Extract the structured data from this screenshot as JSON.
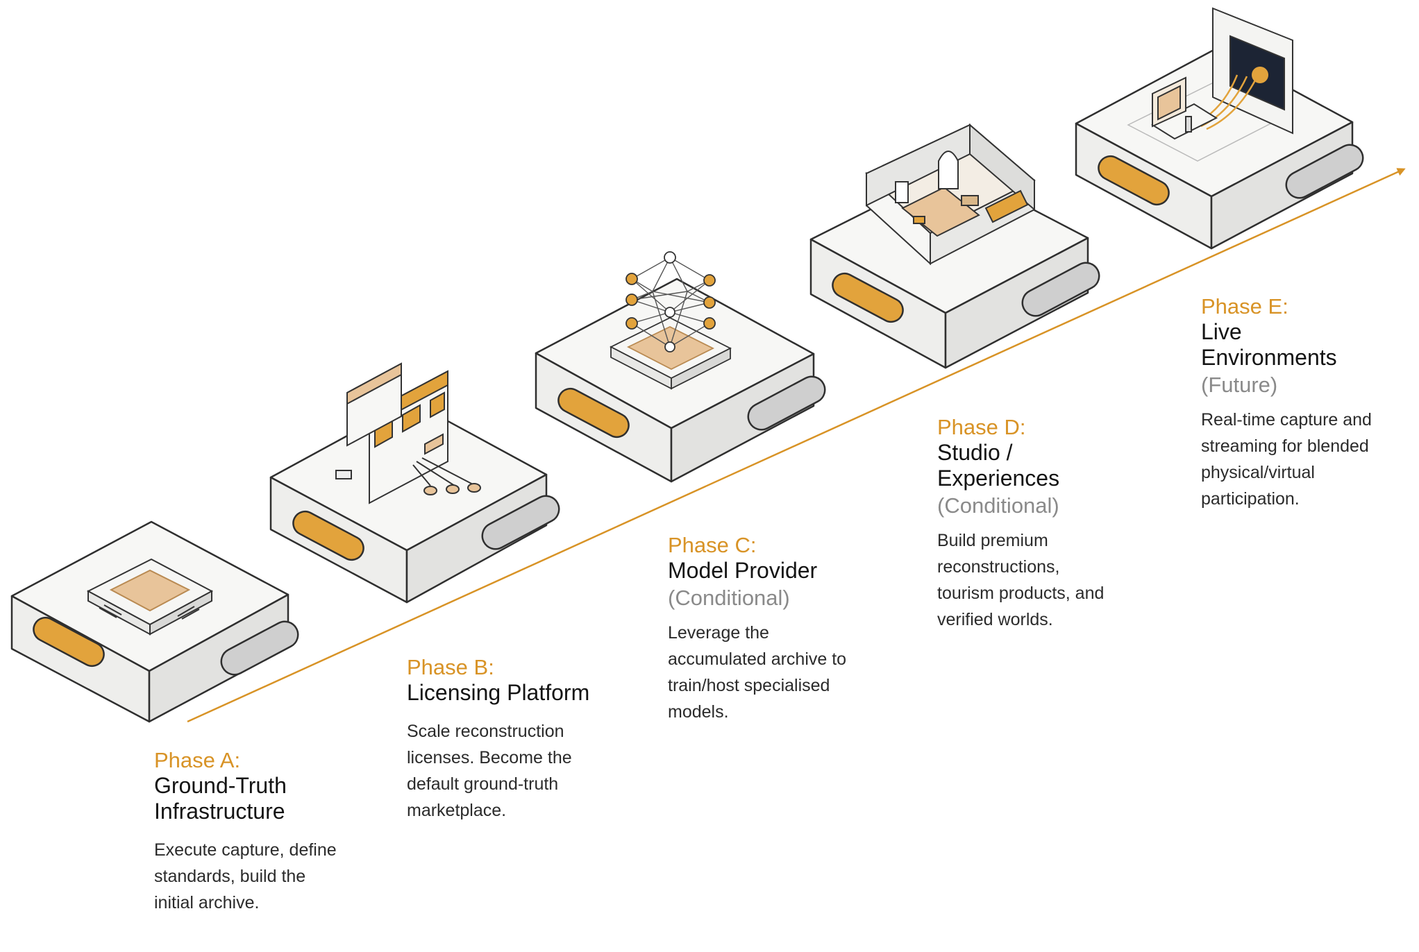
{
  "colors": {
    "accent": "#D89326",
    "title": "#141414",
    "status": "#8a8a8a",
    "body": "#2b2b2b",
    "block_face": "#f4f4f2",
    "line": "#3a3a3a"
  },
  "phases": [
    {
      "label": "Phase A:",
      "title_lines": [
        "Ground-Truth",
        "Infrastructure"
      ],
      "status": "",
      "desc_lines": [
        "Execute capture, define",
        "standards, build the",
        "initial archive."
      ],
      "icon": "chip-icon"
    },
    {
      "label": "Phase B:",
      "title_lines": [
        "Licensing Platform"
      ],
      "status": "",
      "desc_lines": [
        "Scale reconstruction",
        "licenses. Become the",
        "default ground-truth",
        "marketplace."
      ],
      "icon": "storefront-icon"
    },
    {
      "label": "Phase C:",
      "title_lines": [
        "Model Provider"
      ],
      "status": "(Conditional)",
      "desc_lines": [
        "Leverage the",
        "accumulated archive to",
        "train/host specialised",
        "models."
      ],
      "icon": "neural-network-icon"
    },
    {
      "label": "Phase D:",
      "title_lines": [
        "Studio /",
        "Experiences"
      ],
      "status": "(Conditional)",
      "desc_lines": [
        "Build premium",
        "reconstructions,",
        "tourism products, and",
        "verified worlds."
      ],
      "icon": "floorplan-room-icon"
    },
    {
      "label": "Phase E:",
      "title_lines": [
        "Live",
        "Environments"
      ],
      "status": "(Future)",
      "desc_lines": [
        "Real-time capture and",
        "streaming for blended",
        "physical/virtual",
        "participation."
      ],
      "icon": "live-stream-screen-icon"
    }
  ]
}
